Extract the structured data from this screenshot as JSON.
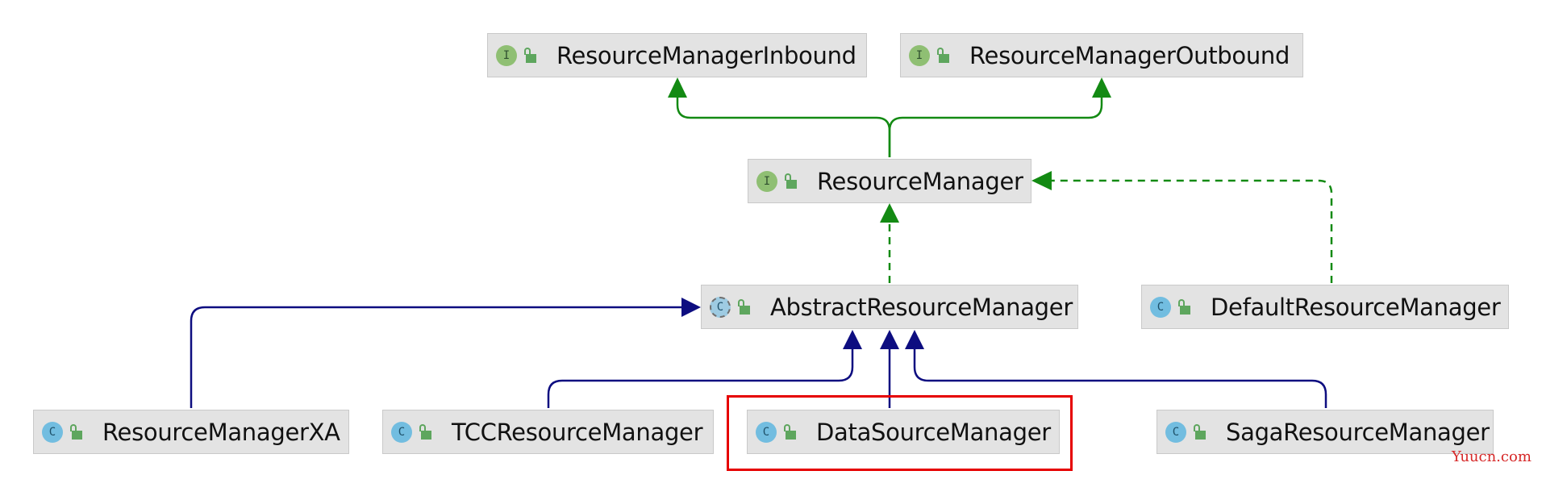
{
  "diagram": {
    "nodes": [
      {
        "id": "rm-inbound",
        "label": "ResourceManagerInbound",
        "kind": "I",
        "type": "interface"
      },
      {
        "id": "rm-outbound",
        "label": "ResourceManagerOutbound",
        "kind": "I",
        "type": "interface"
      },
      {
        "id": "resource-manager",
        "label": "ResourceManager",
        "kind": "I",
        "type": "interface"
      },
      {
        "id": "abstract-rm",
        "label": "AbstractResourceManager",
        "kind": "C",
        "type": "abstract-class"
      },
      {
        "id": "default-rm",
        "label": "DefaultResourceManager",
        "kind": "C",
        "type": "class"
      },
      {
        "id": "rm-xa",
        "label": "ResourceManagerXA",
        "kind": "C",
        "type": "class"
      },
      {
        "id": "tcc-rm",
        "label": "TCCResourceManager",
        "kind": "C",
        "type": "class"
      },
      {
        "id": "datasource-manager",
        "label": "DataSourceManager",
        "kind": "C",
        "type": "class",
        "highlighted": true
      },
      {
        "id": "saga-rm",
        "label": "SagaResourceManager",
        "kind": "C",
        "type": "class"
      }
    ],
    "edges": [
      {
        "from": "resource-manager",
        "to": "rm-inbound",
        "relation": "extends"
      },
      {
        "from": "resource-manager",
        "to": "rm-outbound",
        "relation": "extends"
      },
      {
        "from": "abstract-rm",
        "to": "resource-manager",
        "relation": "implements"
      },
      {
        "from": "default-rm",
        "to": "resource-manager",
        "relation": "implements"
      },
      {
        "from": "rm-xa",
        "to": "abstract-rm",
        "relation": "extends"
      },
      {
        "from": "tcc-rm",
        "to": "abstract-rm",
        "relation": "extends"
      },
      {
        "from": "datasource-manager",
        "to": "abstract-rm",
        "relation": "extends"
      },
      {
        "from": "saga-rm",
        "to": "abstract-rm",
        "relation": "extends"
      }
    ],
    "colors": {
      "interface_inheritance": "#138a13",
      "implementation": "#138a13",
      "class_inheritance": "#0d0d80",
      "highlight": "#e60000",
      "node_fill": "#e3e3e3"
    }
  },
  "watermark": "Yuucn.com"
}
